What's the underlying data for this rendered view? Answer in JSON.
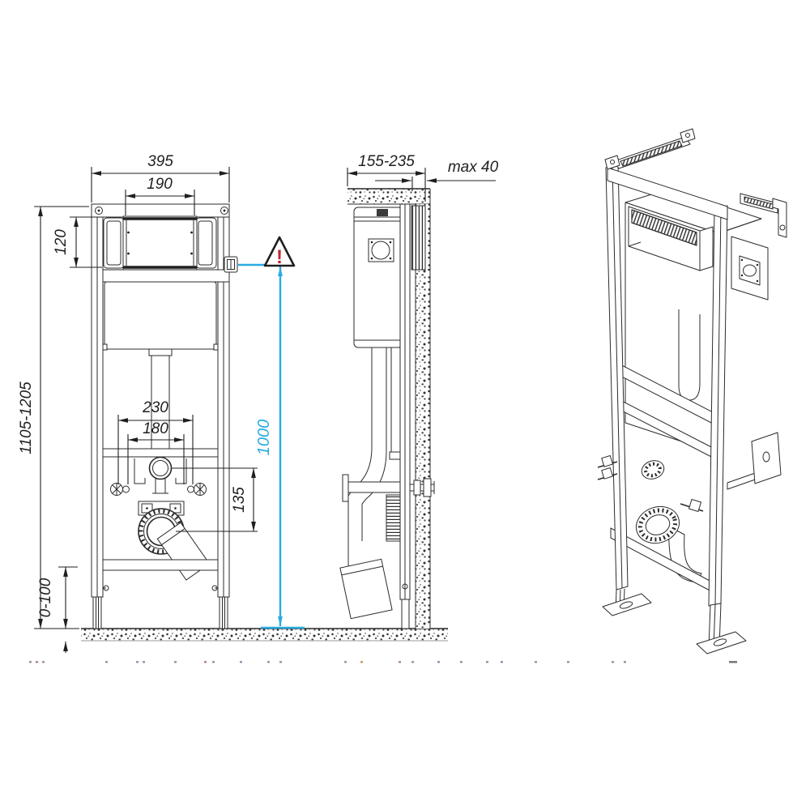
{
  "drawing": {
    "description": "Installation drawing of a wall-hung WC mounting frame with concealed cistern: front view, side view and isometric view",
    "colors": {
      "line": "#2b2b2b",
      "accent_cyan": "#29abe2",
      "warning_red": "#c1272d",
      "paper": "#ffffff"
    },
    "front_view": {
      "dims": {
        "overall_width": "395",
        "panel_width": "190",
        "panel_height": "120",
        "overall_height": "1105-1205",
        "fixing_spacing_outer": "230",
        "fixing_spacing_inner": "180",
        "supply_to_drain_offset": "135",
        "foot_adjustment_range": "0-100"
      }
    },
    "side_view": {
      "dims": {
        "depth_range": "155-235",
        "finish_layer_max": "max 40"
      }
    },
    "accent_dimension": {
      "actuator_height": "1000",
      "warning_mark": "!"
    }
  }
}
